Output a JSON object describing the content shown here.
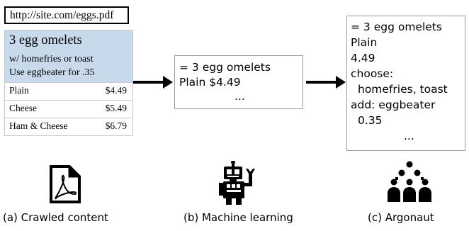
{
  "crawled": {
    "url": "http://site.com/eggs.pdf",
    "title": "3 egg omelets",
    "sub1": "w/ homefries or toast",
    "sub2": "Use eggbeater for .35",
    "items": [
      {
        "name": "Plain",
        "price": "$4.49"
      },
      {
        "name": "Cheese",
        "price": "$5.49"
      },
      {
        "name": "Ham & Cheese",
        "price": "$6.79"
      }
    ]
  },
  "machine_learning": {
    "lines": [
      "= 3 egg omelets",
      "Plain $4.49",
      "..."
    ]
  },
  "argonaut": {
    "lines": [
      "= 3 egg omelets",
      "Plain",
      "4.49",
      "choose:",
      "homefries, toast",
      "add: eggbeater",
      "0.35",
      "..."
    ]
  },
  "captions": {
    "a": "(a) Crawled content",
    "b": "(b) Machine learning",
    "c": "(c) Argonaut"
  },
  "icons": [
    "pdf-file-icon",
    "robot-icon",
    "crowd-icon"
  ]
}
